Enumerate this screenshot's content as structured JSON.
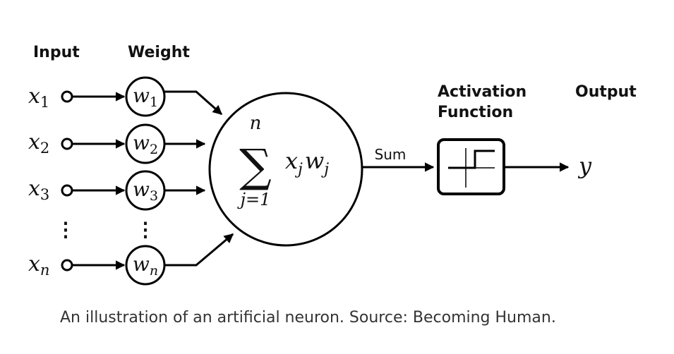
{
  "headers": {
    "input": "Input",
    "weight": "Weight",
    "activation_line1": "Activation",
    "activation_line2": "Function",
    "output": "Output"
  },
  "inputs": [
    {
      "var": "x",
      "sub": "1"
    },
    {
      "var": "x",
      "sub": "2"
    },
    {
      "var": "x",
      "sub": "3"
    },
    {
      "var": "x",
      "sub": "n"
    }
  ],
  "weights": [
    {
      "var": "w",
      "sub": "1"
    },
    {
      "var": "w",
      "sub": "2"
    },
    {
      "var": "w",
      "sub": "3"
    },
    {
      "var": "w",
      "sub": "n"
    }
  ],
  "ellipsis": "⋮",
  "summation": {
    "symbol": "∑",
    "upper": "n",
    "lower": "j=1",
    "term_x": "x",
    "term_x_sub": "j",
    "term_w": "w",
    "term_w_sub": "j"
  },
  "sum_label": "Sum",
  "output_symbol": "y",
  "caption": "An illustration of an artificial neuron. Source: Becoming Human."
}
